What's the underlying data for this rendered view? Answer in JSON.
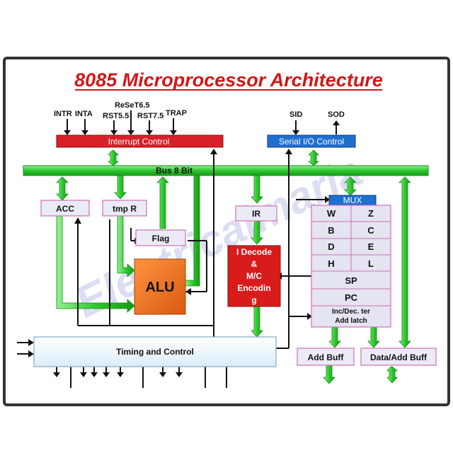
{
  "title": "8085 Microprocessor Architecture",
  "watermark": "Electricalmaria",
  "interrupt_signals": [
    "INTR",
    "INTA",
    "RST5.5",
    "ReSeT6.5",
    "RST7.5",
    "TRAP"
  ],
  "serial_signals": [
    "SID",
    "SOD"
  ],
  "blocks": {
    "interrupt_control": "Interrupt Control",
    "serial_io_control": "Serial I/O Control",
    "bus": "Bus 8 Bit",
    "acc": "ACC",
    "tmp_r": "tmp R",
    "flag": "Flag",
    "alu": "ALU",
    "ir": "IR",
    "decoder": [
      "I Decode",
      "&",
      "M/C",
      "Encodin",
      "g"
    ],
    "mux": "MUX",
    "timing_control": "Timing and Control",
    "add_buff": "Add Buff",
    "data_add_buff": "Data/Add Buff"
  },
  "registers": {
    "pairs": [
      [
        "W",
        "Z"
      ],
      [
        "B",
        "C"
      ],
      [
        "D",
        "E"
      ],
      [
        "H",
        "L"
      ]
    ],
    "sp": "SP",
    "pc": "PC",
    "inc_dec": [
      "Inc/Dec. ter",
      "Add latch"
    ]
  },
  "colors": {
    "title": "#d01818",
    "interrupt_fill": "#d8202a",
    "serial_fill": "#1f6fd0",
    "bus_green": "#2ec82e",
    "alu_fill": "#f07020",
    "decoder_fill": "#d81c1c",
    "box_fill": "#ebebf8",
    "box_border": "#d070b0",
    "reg_fill": "#e4e4f2",
    "frame_border": "#333333"
  }
}
